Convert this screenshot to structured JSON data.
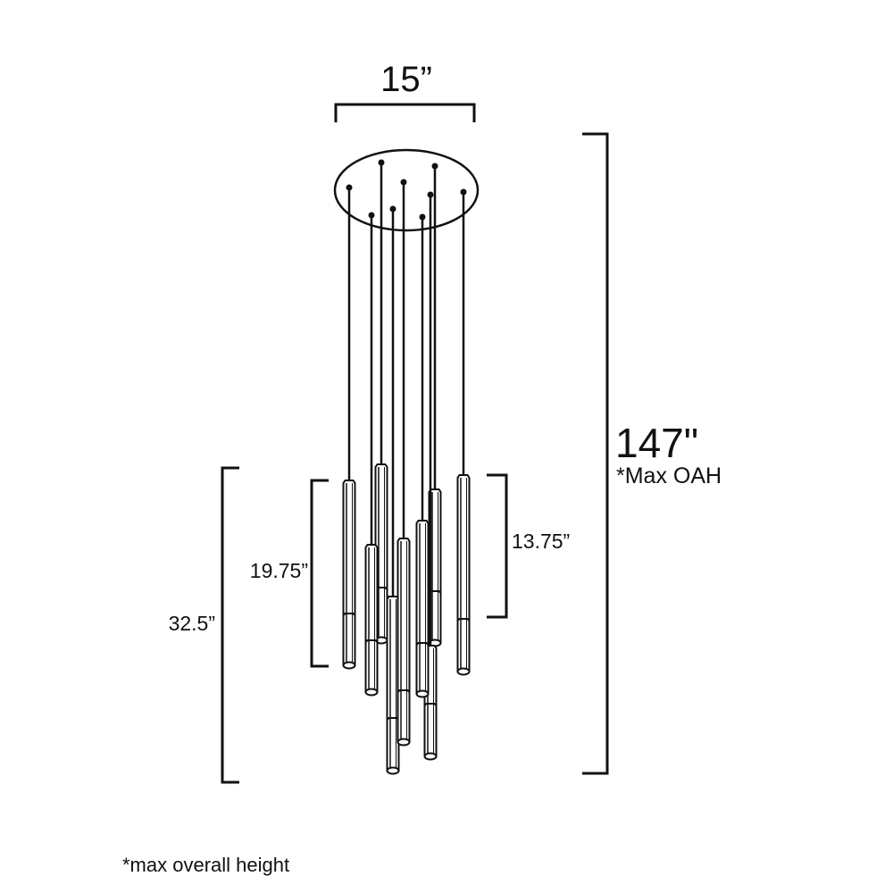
{
  "dimensions": {
    "width_label": "15”",
    "height_label": "147\"",
    "height_note": "*Max OAH",
    "cluster_label": "32.5”",
    "long_pendant_label": "19.75”",
    "short_pendant_label": "13.75”"
  },
  "footnote": "*max overall height",
  "colors": {
    "line": "#111111",
    "background": "#ffffff"
  },
  "pendant_count": 9
}
